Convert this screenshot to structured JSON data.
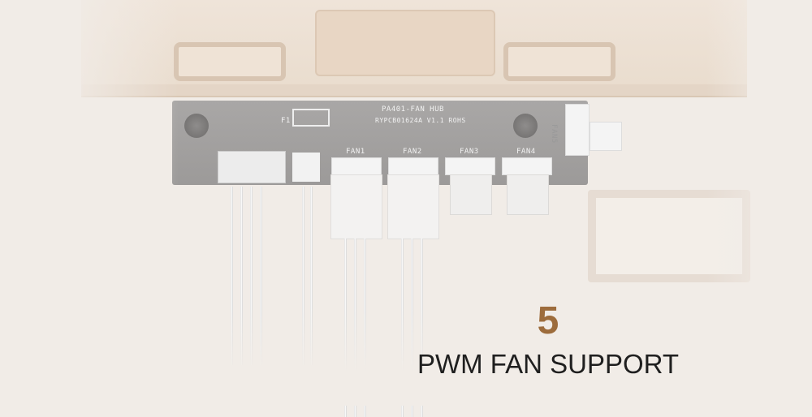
{
  "pcb": {
    "model": "PA401-FAN HUB",
    "part": "RYPCB01624A V1.1 ROHS",
    "fuse": "F1",
    "ports": [
      "FAN1",
      "FAN2",
      "FAN3",
      "FAN4",
      "FAN5"
    ]
  },
  "headline": {
    "number": "5",
    "caption": "PWM FAN SUPPORT"
  },
  "colors": {
    "accent": "#9d6c3c",
    "text": "#1f1f1f",
    "background": "#f1ece7"
  }
}
